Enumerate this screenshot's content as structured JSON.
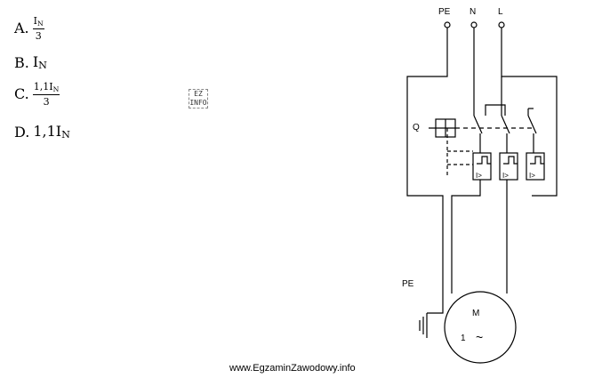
{
  "answers": [
    {
      "letter": "A.",
      "num_base": "I",
      "num_sub": "N",
      "den": "3"
    },
    {
      "letter": "B.",
      "text_base": "I",
      "text_sub": "N"
    },
    {
      "letter": "C.",
      "num_prefix": "1,1",
      "num_base": "I",
      "num_sub": "N",
      "den": "3"
    },
    {
      "letter": "D.",
      "text_prefix": "1,1",
      "text_base": "I",
      "text_sub": "N"
    }
  ],
  "diagram": {
    "labels": {
      "pe_top": "PE",
      "n_top": "N",
      "l_top": "L",
      "q": "Q",
      "overload": "I>",
      "pe_wire": "PE",
      "motor_m": "M",
      "motor_phase": "1",
      "motor_ac": "~"
    }
  },
  "icon": {
    "name": "ez-info-icon",
    "line1": "EZ",
    "line2": "INFO"
  },
  "footer": {
    "watermark": "www.EgzaminZawodowy.info"
  }
}
